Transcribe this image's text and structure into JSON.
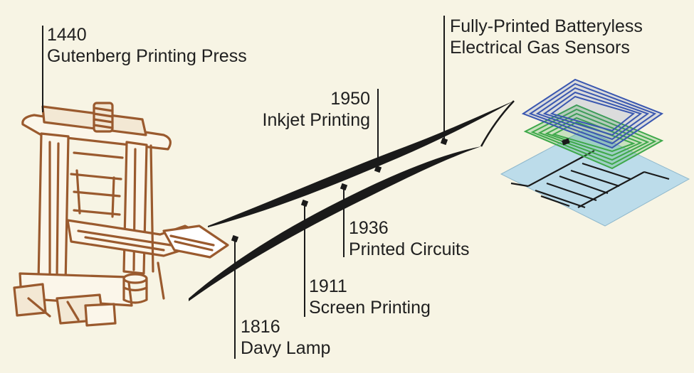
{
  "milestones": {
    "gutenberg": {
      "year": "1440",
      "name": "Gutenberg Printing Press"
    },
    "davy": {
      "year": "1816",
      "name": "Davy Lamp"
    },
    "screen": {
      "year": "1911",
      "name": "Screen Printing"
    },
    "circuits": {
      "year": "1936",
      "name": "Printed Circuits"
    },
    "inkjet": {
      "year": "1950",
      "name": "Inkjet Printing"
    },
    "sensor": {
      "line1": "Fully-Printed Batteryless",
      "line2": "Electrical Gas Sensors"
    }
  },
  "colors": {
    "background": "#f7f4e4",
    "press": "#9a5a2e",
    "coil_blue": "#3a57b0",
    "coil_green": "#3ea84a",
    "substrate": "#bcdcea"
  }
}
